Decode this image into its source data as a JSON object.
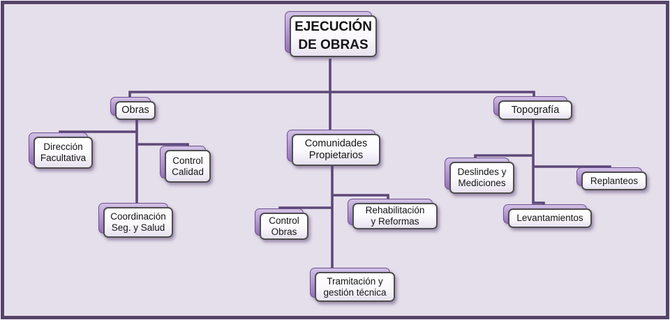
{
  "diagram": {
    "type": "org-chart",
    "title": "EJECUCIÓN DE OBRAS",
    "hierarchy": {
      "root": "EJECUCIÓN DE OBRAS",
      "branches": [
        {
          "label": "Obras",
          "children": [
            "Dirección Facultativa",
            "Control Calidad",
            "Coordinación Seg. y Salud"
          ]
        },
        {
          "label": "Comunidades Propietarios",
          "children": [
            "Control Obras",
            "Rehabilitación y Reformas",
            "Tramitación y gestión técnica"
          ]
        },
        {
          "label": "Topografía",
          "children": [
            "Deslindes y Mediciones",
            "Replanteos",
            "Levantamientos"
          ]
        }
      ]
    }
  },
  "nodes": {
    "root": {
      "label": "EJECUCIÓN\nDE OBRAS"
    },
    "obras": {
      "label": "Obras"
    },
    "comunidades": {
      "label": "Comunidades\nPropietarios"
    },
    "topografia": {
      "label": "Topografía"
    },
    "direccion": {
      "label": "Dirección\nFacultativa"
    },
    "control_calidad": {
      "label": "Control\nCalidad"
    },
    "coordinacion": {
      "label": "Coordinación\nSeg. y Salud"
    },
    "control_obras": {
      "label": "Control\nObras"
    },
    "rehabilitacion": {
      "label": "Rehabilitación\ny Reformas"
    },
    "tramitacion": {
      "label": "Tramitación y\ngestión técnica"
    },
    "deslindes": {
      "label": "Deslindes y\nMediciones"
    },
    "replanteos": {
      "label": "Replanteos"
    },
    "levantamientos": {
      "label": "Levantamientos"
    }
  },
  "palette": {
    "background": "#e5dfeb",
    "frame_border": "#544368",
    "connector": "#5d4879",
    "node_back_top": "#d2c2e5",
    "node_back_bottom": "#9374b6",
    "node_front_border": "#4d4d4d",
    "text": "#141414"
  }
}
